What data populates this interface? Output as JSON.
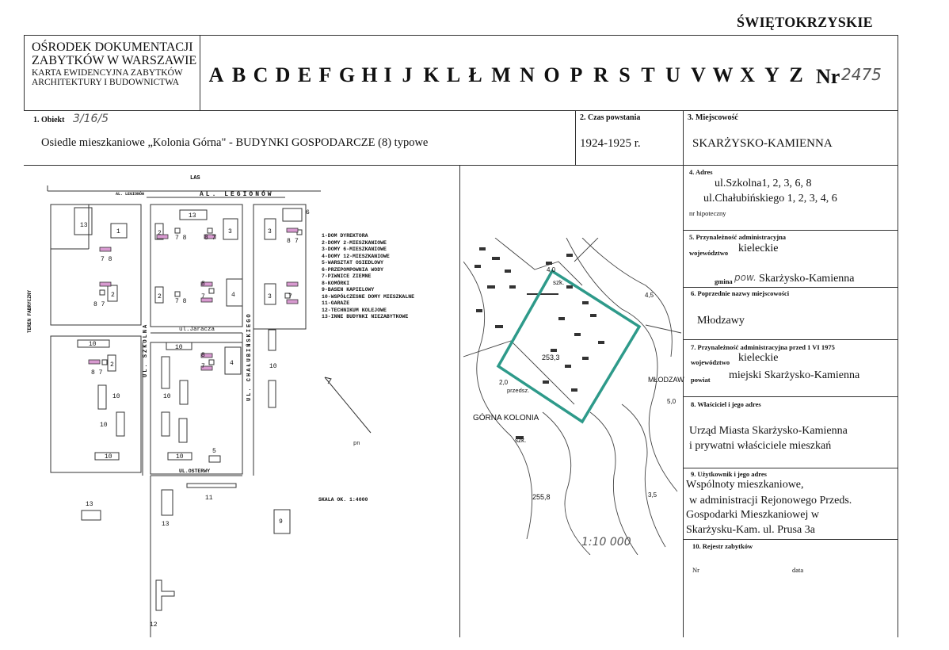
{
  "region": "ŚWIĘTOKRZYSKIE",
  "institution": {
    "line1": "OŚRODEK DOKUMENTACJI",
    "line2": "ZABYTKÓW W WARSZAWIE",
    "line3": "KARTA EWIDENCYJNA ZABYTKÓW",
    "line4": "ARCHITEKTURY I BUDOWNICTWA"
  },
  "alphabet": [
    "A",
    "B",
    "C",
    "D",
    "E",
    "F",
    "G",
    "H",
    "I",
    "J",
    "K",
    "L",
    "Ł",
    "M",
    "N",
    "O",
    "P",
    "R",
    "S",
    "T",
    "U",
    "V",
    "W",
    "X",
    "Y",
    "Z"
  ],
  "nr_label": "Nr",
  "nr_value": "2475",
  "fields": {
    "obiekt": {
      "label": "1. Obiekt",
      "handwritten": "3/16/5",
      "value": "Osiedle mieszkaniowe „Kolonia Górna\" - BUDYNKI GOSPODARCZE (8) typowe"
    },
    "czas": {
      "label": "2. Czas powstania",
      "value": "1924-1925 r."
    },
    "miejscowosc": {
      "label": "3. Miejscowość",
      "value": "SKARŻYSKO-KAMIENNA"
    },
    "adres": {
      "label": "4. Adres",
      "line1": "ul.Szkolna1, 2, 3, 6, 8",
      "line2": "ul.Chałubińskiego 1, 2, 3, 4, 6",
      "hipoteczny": "nr hipoteczny"
    },
    "przynaleznosc": {
      "label": "5. Przynależność administracyjna",
      "woj_label": "województwo",
      "woj_value": "kieleckie",
      "gmina_label": "gmina",
      "gmina_hand": "pow.",
      "gmina_value": "Skarżysko-Kamienna"
    },
    "poprzednie": {
      "label": "6. Poprzednie nazwy miejscowości",
      "value": "Młodzawy"
    },
    "przynaleznosc_1975": {
      "label": "7. Przynależność administracyjna przed 1 VI 1975",
      "woj_label": "województwo",
      "woj_value": "kieleckie",
      "pow_label": "powiat",
      "pow_value": "miejski Skarżysko-Kamienna"
    },
    "wlasciciel": {
      "label": "8. Właściciel i jego adres",
      "line1": "Urząd Miasta Skarżysko-Kamienna",
      "line2": "i prywatni właściciele mieszkań"
    },
    "uzytkownik": {
      "label": "9. Użytkownik i jego adres",
      "line1": "Wspólnoty mieszkaniowe,",
      "line2": "w administracji Rejonowego Przeds.",
      "line3": "Gospodarki Mieszkaniowej w",
      "line4": "Skarżysku-Kam. ul. Prusa 3a"
    },
    "rejestr": {
      "label": "10. Rejestr zabytków",
      "nr_label": "Nr",
      "data_label": "data"
    }
  },
  "site_map": {
    "las": "LAS",
    "al_legionow_small": "AL. LEGIONÓW",
    "al_legionow": "AL. LEGIONÓW",
    "teren_fabryczny": "TEREN FABRYCZNY",
    "ul_szkolna": "UL. SZKOLNA",
    "ul_jaracza": "ul.Jaracza",
    "ul_chalubinskiego": "UL. CHAŁUBIŃSKIEGO",
    "ul_osterwy": "UL.OSTERWY",
    "pn": "pn",
    "scale": "SKALA OK. 1:4000",
    "legend": [
      "1-DOM DYREKTORA",
      "2-DOMY 2-MIESZKANIOWE",
      "3-DOMY 6-MIESZKANIOWE",
      "4-DOMY 12-MIESZKANIOWE",
      "5-WARSZTAT OSIEDLOWY",
      "6-PRZEPOMPOWNIA WODY",
      "7-PIWNICE ZIEMNE",
      "8-KOMÓRKI",
      "9-BASEN KAPIELOWY",
      "10-WSPÓŁCZESNE DOMY MIESZKALNE",
      "11-GARAŻE",
      "12-TECHNIKUM KOLEJOWE",
      "13-INNE BUDYNKI NIEZABYTKOWE"
    ]
  },
  "topo_map": {
    "label_gorna": "GÓRNA KOLONIA",
    "label_mlodzaw": "MŁODZAW",
    "label_szk1": "szk.",
    "label_szk2": "szk.",
    "label_przedsz": "przedsz.",
    "elev_1": "253,3",
    "elev_2": "255,8",
    "elev_3": "4,0",
    "elev_4": "4,5",
    "elev_5": "2,0",
    "elev_6": "5,0",
    "elev_7": "3,5",
    "scale": "1:10 000"
  },
  "colors": {
    "highlight": "#d89ad0",
    "outline": "#2e9a8a"
  }
}
